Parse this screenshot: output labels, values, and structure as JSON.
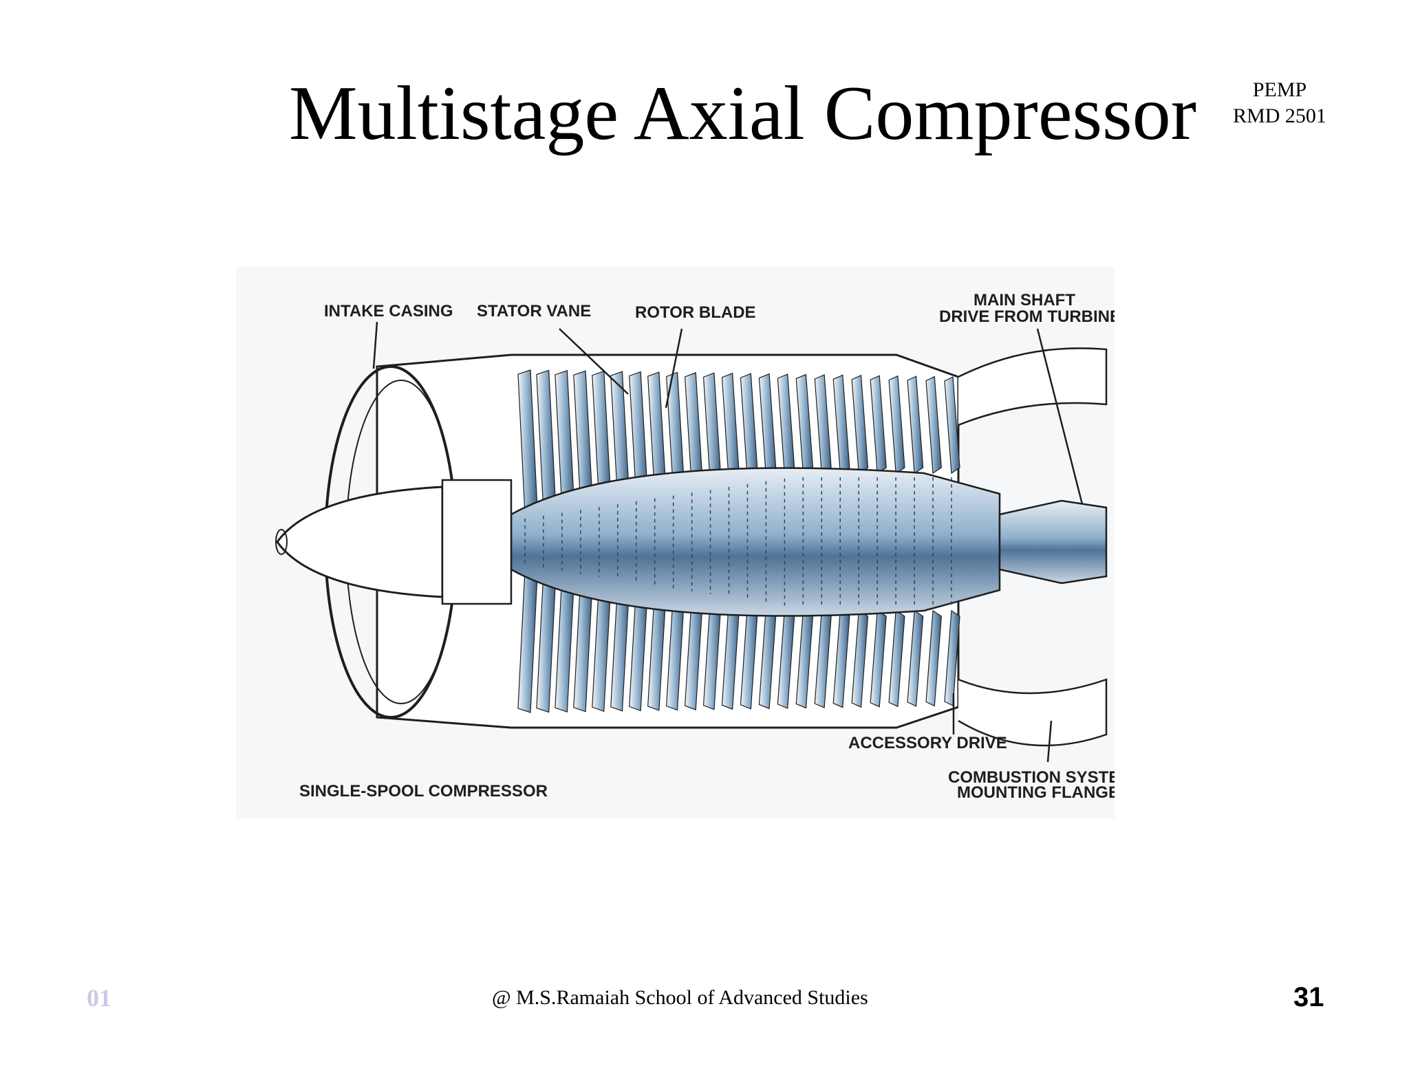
{
  "slide": {
    "title": "Multistage Axial Compressor",
    "course_line1": "PEMP",
    "course_line2": "RMD 2501"
  },
  "figure": {
    "labels": {
      "intake_casing": "INTAKE CASING",
      "stator_vane": "STATOR VANE",
      "rotor_blade": "ROTOR BLADE",
      "main_shaft_line1": "MAIN SHAFT",
      "main_shaft_line2": "DRIVE FROM TURBINE",
      "accessory_drive": "ACCESSORY DRIVE",
      "combustion_line1": "COMBUSTION SYSTEM",
      "combustion_line2": "MOUNTING FLANGE",
      "caption": "SINGLE-SPOOL COMPRESSOR"
    },
    "colors": {
      "blade_blue": "#8fb0cc",
      "blade_dark": "#3d5f80",
      "outline": "#1e1e1e"
    }
  },
  "footer": {
    "left": "01",
    "center": "@ M.S.Ramaiah School of Advanced Studies",
    "page_number": "31"
  }
}
